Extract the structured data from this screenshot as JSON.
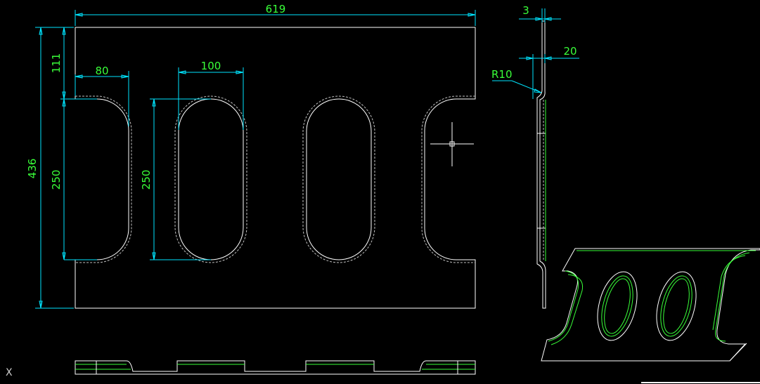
{
  "dimensions": {
    "overall_width": "619",
    "overall_height": "436",
    "top_margin": "111",
    "end_notch_width": "80",
    "slot_width": "100",
    "end_notch_height": "250",
    "slot_height": "250",
    "thickness": "3",
    "flange_offset": "20",
    "bend_radius": "R10"
  },
  "axis_label": "X",
  "colors": {
    "background": "#000000",
    "outline": "#ffffff",
    "dimension_line": "#00e5ff",
    "dimension_text": "#39ff39",
    "hidden_line": "#bfbfbf",
    "iso_view": "#39ff39"
  }
}
